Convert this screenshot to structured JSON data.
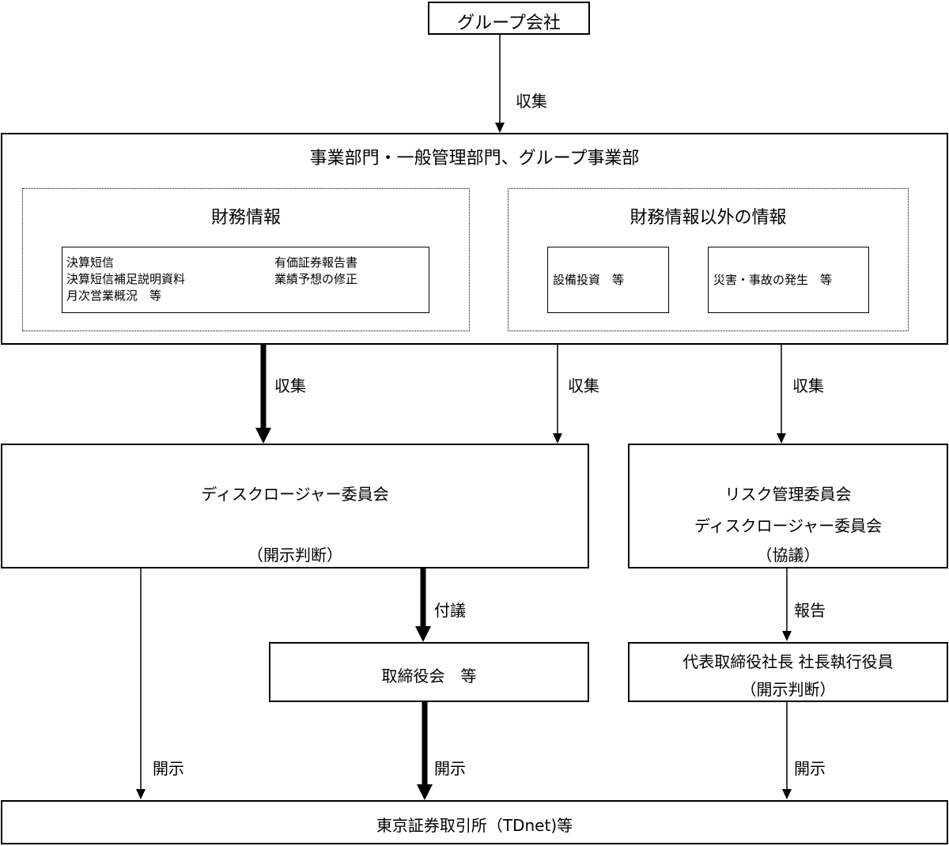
{
  "nodes": {
    "group_company": "グループ会社",
    "business_units": "事業部門・一般管理部門、グループ事業部",
    "financial_info": "財務情報",
    "non_financial_info": "財務情報以外の情報",
    "fin_items": {
      "col1": [
        "決算短信",
        "決算短信補足説明資料",
        "月次営業概況　等"
      ],
      "col2": [
        "有価証券報告書",
        "業績予想の修正"
      ]
    },
    "capex": "設備投資　等",
    "disaster": "災害・事故の発生　等",
    "disclosure_committee": "ディスクロージャー委員会",
    "disclosure_judgement": "（開示判断）",
    "risk_committee_line1": "リスク管理委員会",
    "risk_committee_line2": "ディスクロージャー委員会",
    "risk_committee_line3": "（協議）",
    "board": "取締役会　等",
    "president_line1": "代表取締役社長 社長執行役員",
    "president_line2": "（開示判断）",
    "exchange": "東京証券取引所（TDnet)等"
  },
  "edges": {
    "collect_top": "収集",
    "collect_left": "収集",
    "collect_mid": "収集",
    "collect_right": "収集",
    "refer": "付議",
    "report": "報告",
    "disclose_left": "開示",
    "disclose_mid": "開示",
    "disclose_right": "開示"
  }
}
